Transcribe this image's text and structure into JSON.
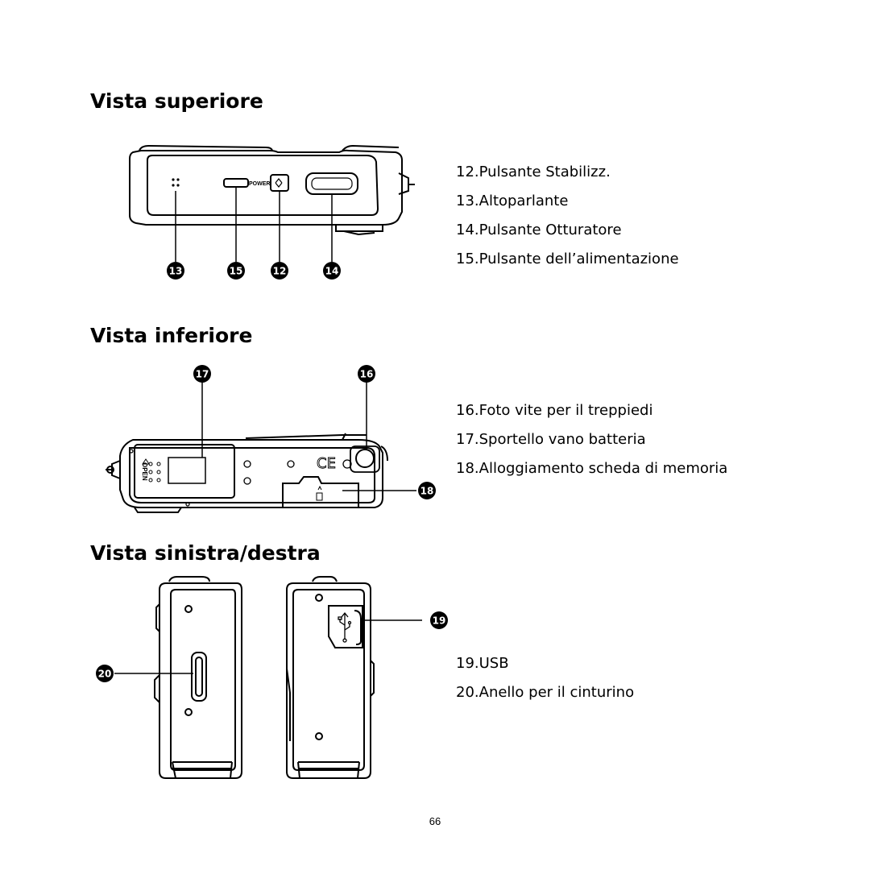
{
  "sections": {
    "top": {
      "title": "Vista superiore",
      "items": [
        "12.Pulsante Stabilizz.",
        "13.Altoparlante",
        "14.Pulsante Otturatore",
        "15.Pulsante dell’alimentazione"
      ],
      "callouts": [
        "13",
        "15",
        "12",
        "14"
      ],
      "power_label": "POWER"
    },
    "bottom": {
      "title": "Vista inferiore",
      "items": [
        "16.Foto vite per il treppiedi",
        "17.Sportello vano batteria",
        "18.Alloggiamento scheda di memoria"
      ],
      "callouts": [
        "17",
        "16",
        "18"
      ],
      "open_label": "OPEN",
      "ce_mark": "CE"
    },
    "side": {
      "title": "Vista sinistra/destra",
      "items": [
        "19.USB",
        "20.Anello per il cinturino"
      ],
      "callouts": [
        "19",
        "20"
      ]
    }
  },
  "page_number": "66"
}
